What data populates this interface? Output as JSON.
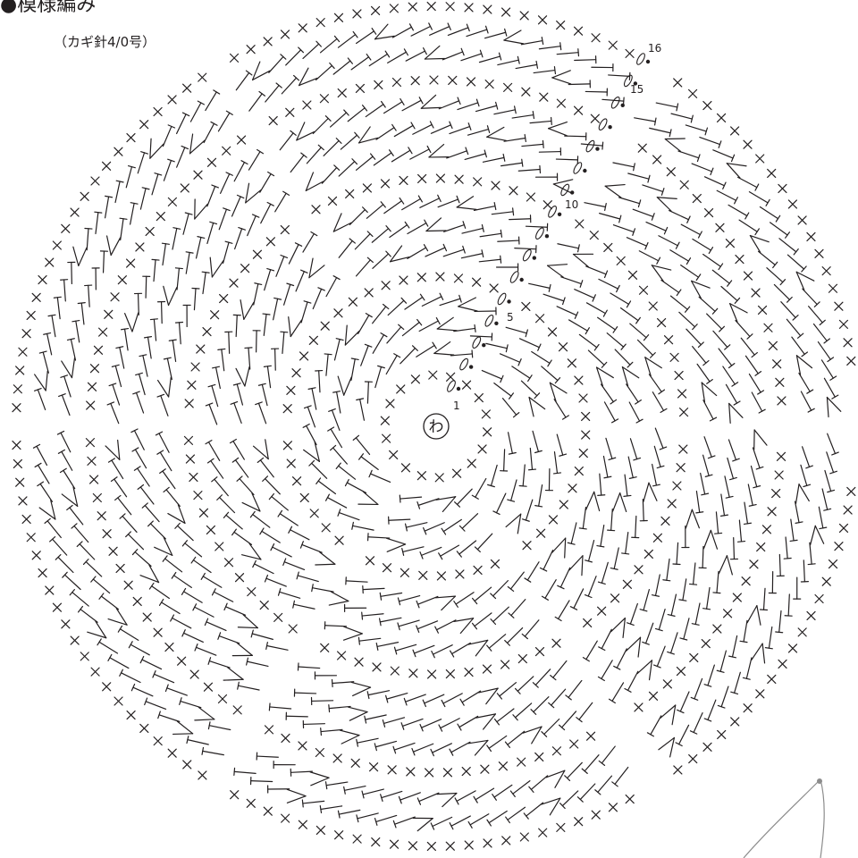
{
  "heading": "●模様編み",
  "hook": "（カギ針4/0号）",
  "center_mark": "わ",
  "row_labels": [
    "1",
    "5",
    "10",
    "15",
    "16"
  ],
  "colors": {
    "ink": "#231f20",
    "thread": "#8c8c8c"
  },
  "symbols": {
    "single": "x-stitch",
    "double": "t-stitch",
    "chain": "oval-loop",
    "dot": "slip-stitch",
    "increase": "v-stitch"
  }
}
